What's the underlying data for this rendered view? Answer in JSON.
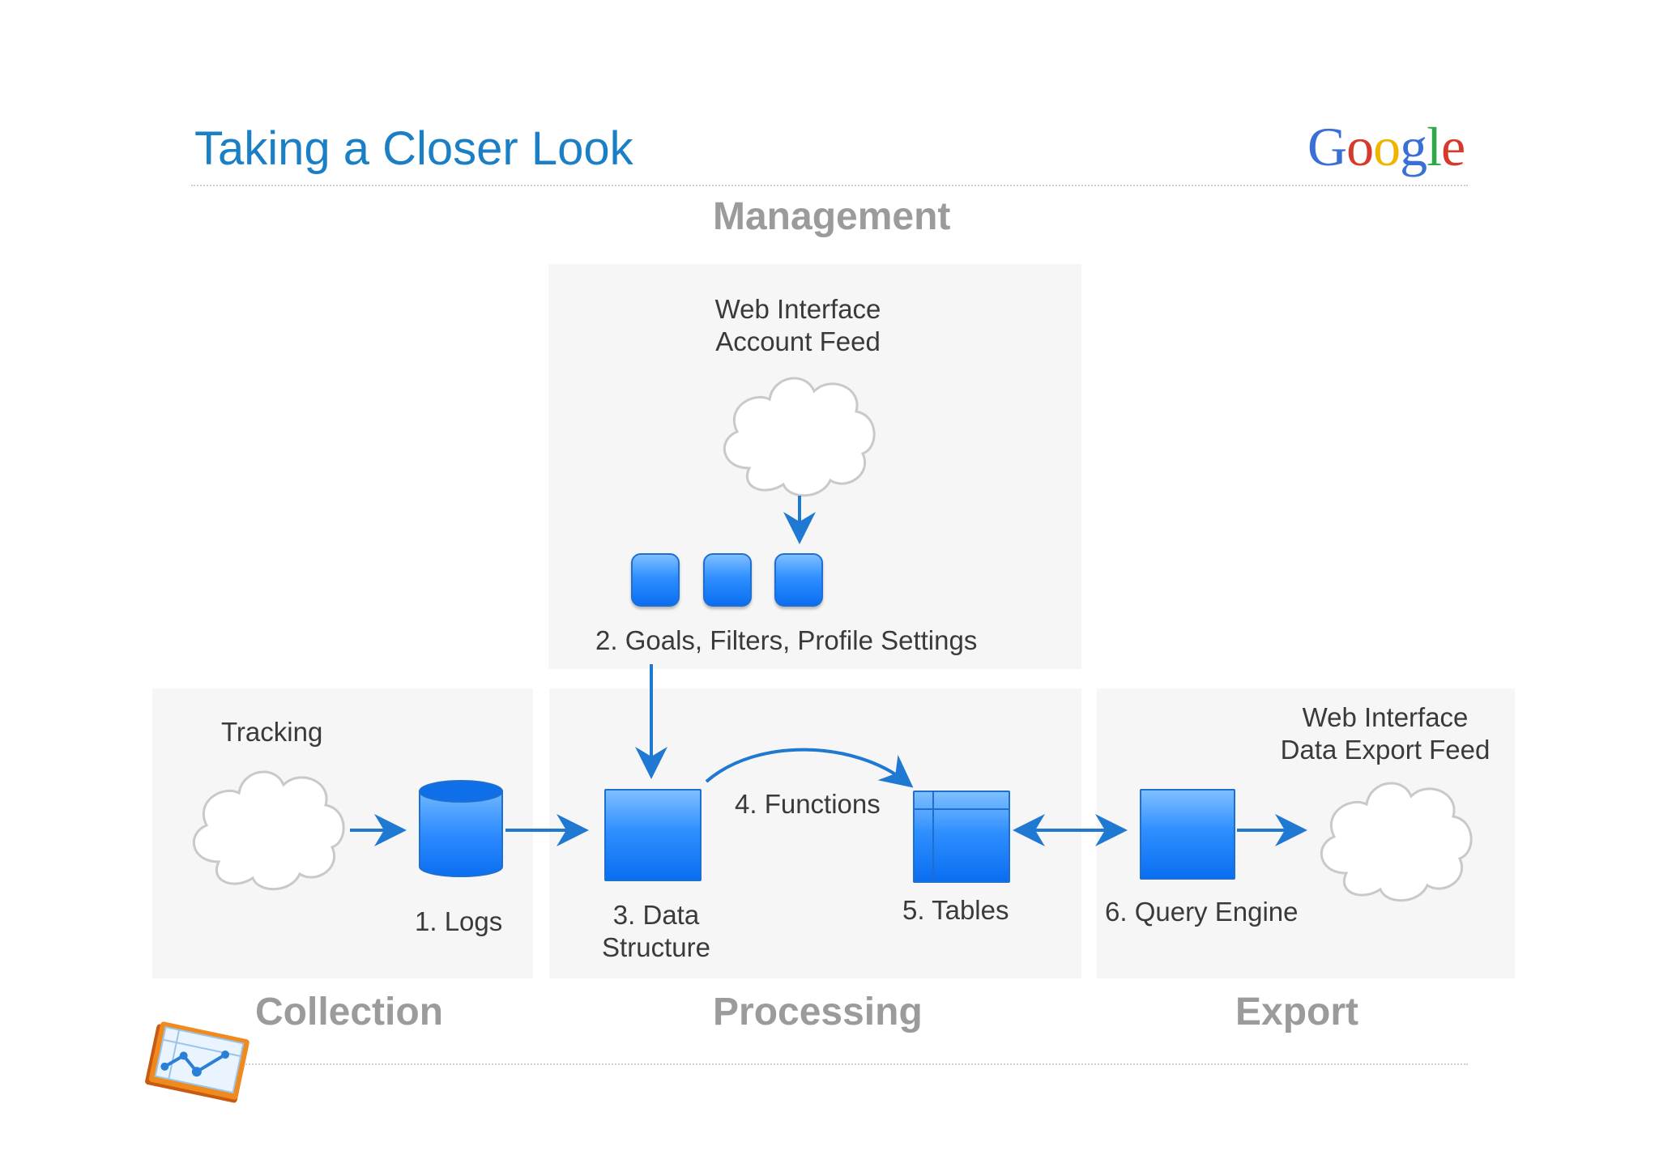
{
  "title": "Taking a Closer Look",
  "logo": {
    "letters": [
      "G",
      "o",
      "o",
      "g",
      "l",
      "e"
    ],
    "colors": [
      "#3b6fd8",
      "#d73a2c",
      "#f0b400",
      "#3b6fd8",
      "#2fa84a",
      "#d73a2c"
    ]
  },
  "sections": {
    "management": "Management",
    "collection": "Collection",
    "processing": "Processing",
    "export": "Export"
  },
  "management_panel": {
    "line1": "Web Interface",
    "line2": "Account Feed",
    "settings_label": "2. Goals, Filters, Profile Settings"
  },
  "collection_panel": {
    "tracking": "Tracking",
    "logs": "1. Logs"
  },
  "processing_panel": {
    "data_structure_line1": "3. Data",
    "data_structure_line2": "Structure",
    "functions": "4. Functions",
    "tables": "5. Tables"
  },
  "export_panel": {
    "line1": "Web Interface",
    "line2": "Data Export Feed",
    "query_engine": "6. Query Engine"
  },
  "colors": {
    "title": "#1a7fc4",
    "arrow": "#1f78d1",
    "section_label": "#9b9b9b",
    "panel": "#f6f6f6"
  }
}
